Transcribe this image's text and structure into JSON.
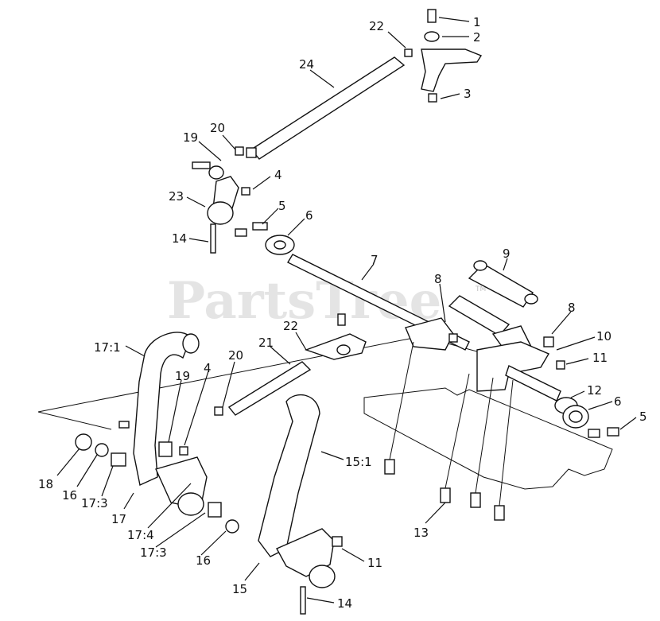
{
  "watermark": {
    "text": "PartsTree",
    "mark": "TM"
  },
  "callouts": {
    "c1": "1",
    "c2": "2",
    "c3": "3",
    "c4a": "4",
    "c4b": "4",
    "c5a": "5",
    "c5b": "5",
    "c6a": "6",
    "c6b": "6",
    "c7": "7",
    "c8a": "8",
    "c8b": "8",
    "c9": "9",
    "c10": "10",
    "c11a": "11",
    "c11b": "11",
    "c12": "12",
    "c13": "13",
    "c14a": "14",
    "c14b": "14",
    "c15": "15",
    "c15_1": "15:1",
    "c16a": "16",
    "c16b": "16",
    "c17": "17",
    "c17_1": "17:1",
    "c17_3a": "17:3",
    "c17_3b": "17:3",
    "c17_4": "17:4",
    "c18": "18",
    "c19a": "19",
    "c19b": "19",
    "c20a": "20",
    "c20b": "20",
    "c21": "21",
    "c22a": "22",
    "c22b": "22",
    "c23": "23",
    "c24": "24"
  }
}
